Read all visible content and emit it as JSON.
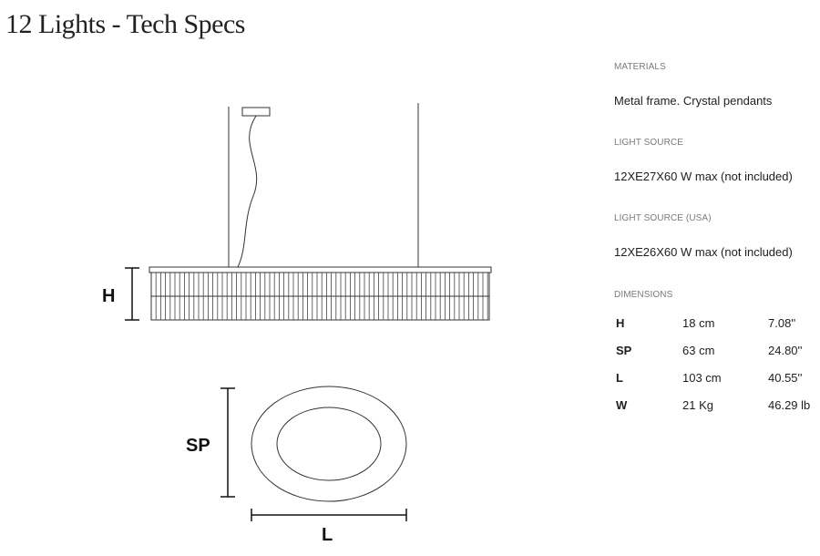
{
  "title": "12 Lights - Tech Specs",
  "diagram_labels": {
    "height": "H",
    "span": "SP",
    "length": "L"
  },
  "specs": {
    "materials": {
      "label": "MATERIALS",
      "value": "Metal frame. Crystal pendants"
    },
    "light_source": {
      "label": "LIGHT SOURCE",
      "value": "12XE27X60 W max (not included)"
    },
    "light_source_usa": {
      "label": "LIGHT SOURCE (USA)",
      "value": "12XE26X60 W max (not included)"
    },
    "dimensions": {
      "label": "DIMENSIONS",
      "rows": [
        {
          "key": "H",
          "metric": "18 cm",
          "imperial": "7.08''"
        },
        {
          "key": "SP",
          "metric": "63 cm",
          "imperial": "24.80''"
        },
        {
          "key": "L",
          "metric": "103 cm",
          "imperial": "40.55''"
        },
        {
          "key": "W",
          "metric": "21 Kg",
          "imperial": "46.29 lb"
        }
      ]
    }
  }
}
